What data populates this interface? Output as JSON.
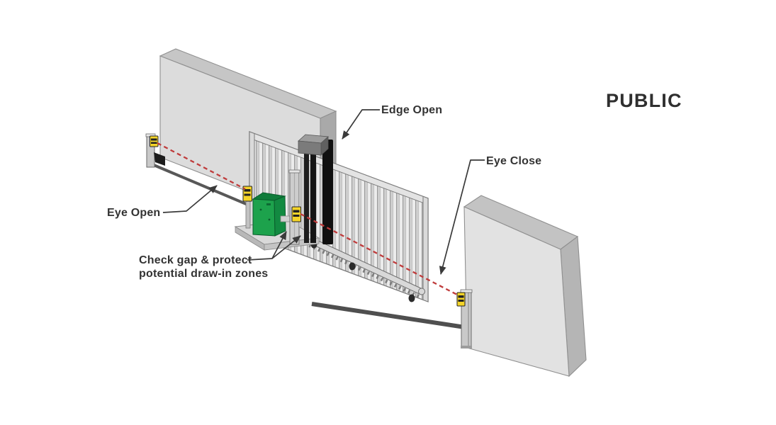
{
  "labels": {
    "edge_open": "Edge Open",
    "eye_open": "Eye Open",
    "eye_close": "Eye Close",
    "check_gap_line1": "Check gap & protect",
    "check_gap_line2": "potential draw-in zones",
    "public_zone": "PUBLIC"
  },
  "colors": {
    "background": "#ffffff",
    "beam_red": "#bf3b3b",
    "operator_green": "#1da24c",
    "operator_green_side": "#128a41",
    "operator_green_top": "#0f7c3a",
    "sensor_yellow": "#f4d428",
    "safety_edge_black": "#101010",
    "wall_front_gray": "#dcdcdc",
    "wall_top_gray": "#c6c6c6",
    "wall_side_gray": "#a9a9a9",
    "ground_track_gray": "#4f4f4f",
    "label_text": "#333333"
  }
}
